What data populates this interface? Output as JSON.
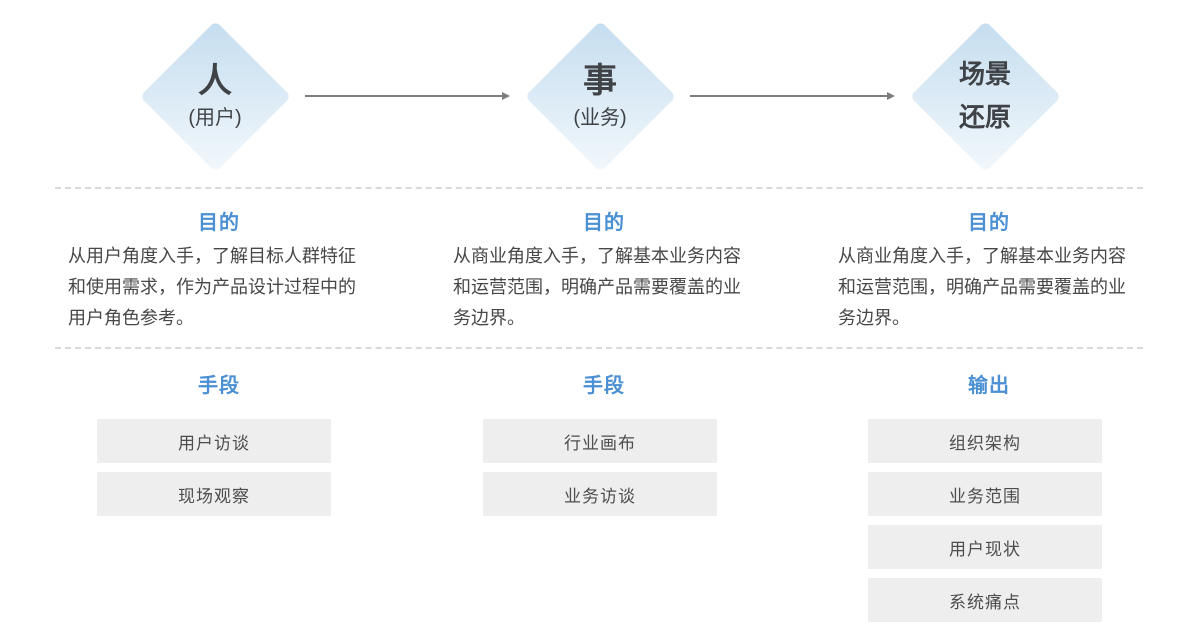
{
  "colors": {
    "accent": "#4a90d2",
    "diamond-top": "#c5ddef",
    "diamond-bottom": "#f2f8fc",
    "title-color": "#3f4347",
    "body-color": "#474747",
    "box-bg": "#eeeeee",
    "box-text": "#4d4d4d",
    "dash-color": "#d9d9d9",
    "arrow-color": "#7d7d7d"
  },
  "columns": [
    {
      "diamond": {
        "line1": "人",
        "line2": "(用户)"
      },
      "purpose": {
        "heading": "目的",
        "text": "从用户角度入手，了解目标人群特征和使用需求，作为产品设计过程中的用户角色参考。"
      },
      "methods": {
        "heading": "手段",
        "items": [
          "用户访谈",
          "现场观察"
        ]
      }
    },
    {
      "diamond": {
        "line1": "事",
        "line2": "(业务)"
      },
      "purpose": {
        "heading": "目的",
        "text": "从商业角度入手，了解基本业务内容和运营范围，明确产品需要覆盖的业务边界。"
      },
      "methods": {
        "heading": "手段",
        "items": [
          "行业画布",
          "业务访谈"
        ]
      }
    },
    {
      "diamond": {
        "line1": "场景",
        "line2": "还原"
      },
      "purpose": {
        "heading": "目的",
        "text": "从商业角度入手，了解基本业务内容和运营范围，明确产品需要覆盖的业务边界。"
      },
      "methods": {
        "heading": "输出",
        "items": [
          "组织架构",
          "业务范围",
          "用户现状",
          "系统痛点"
        ]
      }
    }
  ]
}
